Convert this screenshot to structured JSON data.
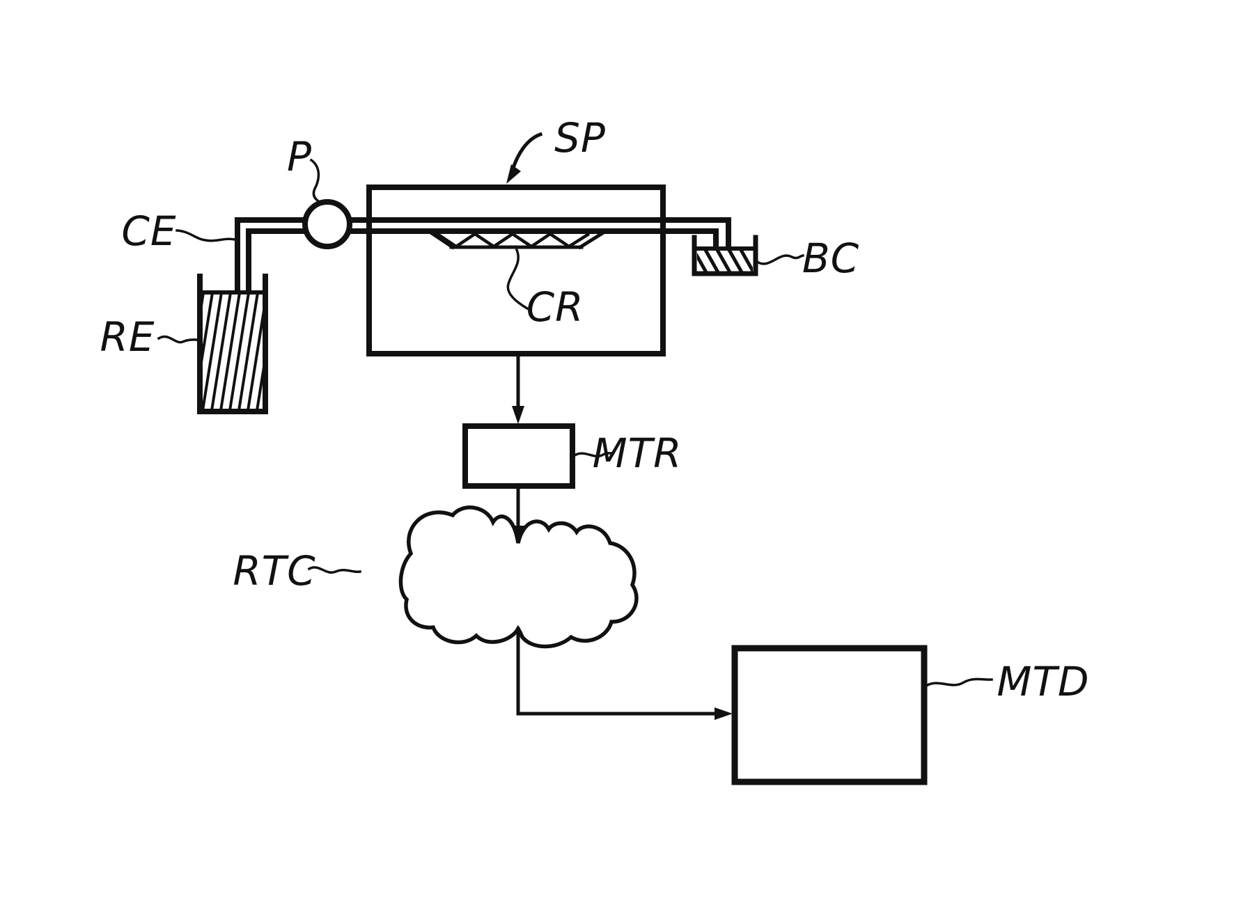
{
  "figure": {
    "background_color": "#ffffff",
    "line_color": "#111111",
    "labels": {
      "p": "P",
      "ce": "CE",
      "re": "RE",
      "sp": "SP",
      "cr": "CR",
      "bc": "BC",
      "mtr": "MTR",
      "rtc": "RTC",
      "mtd": "MTD"
    },
    "components": [
      {
        "id": "p",
        "label": "P"
      },
      {
        "id": "ce",
        "label": "CE"
      },
      {
        "id": "re",
        "label": "RE"
      },
      {
        "id": "sp",
        "label": "SP"
      },
      {
        "id": "cr",
        "label": "CR"
      },
      {
        "id": "bc",
        "label": "BC"
      },
      {
        "id": "mtr",
        "label": "MTR"
      },
      {
        "id": "rtc",
        "label": "RTC"
      },
      {
        "id": "mtd",
        "label": "MTD"
      }
    ]
  }
}
